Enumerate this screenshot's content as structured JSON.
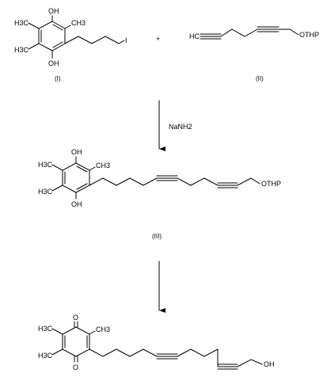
{
  "compounds": [
    {
      "caption": "(I)",
      "atoms": {
        "oh_top": "OH",
        "oh_bottom": "OH",
        "me_1": "H3C",
        "me_2": "H3C",
        "me_3": "CH3",
        "iodo": "I"
      }
    },
    {
      "caption": "(II)",
      "atoms": {
        "hc": "HC",
        "othp": "OTHP"
      }
    },
    {
      "caption": "(III)",
      "atoms": {
        "oh_top": "OH",
        "oh_bottom": "OH",
        "me_1": "H3C",
        "me_2": "H3C",
        "me_3": "CH3",
        "othp": "OTHP"
      }
    },
    {
      "caption": "",
      "atoms": {
        "o_top": "O",
        "o_bottom": "O",
        "me_1": "H3C",
        "me_2": "H3C",
        "me_3": "CH3",
        "oh": "OH"
      }
    }
  ],
  "plus_sign": "+",
  "reagents": {
    "step1": "NaNH2",
    "step2": ""
  }
}
